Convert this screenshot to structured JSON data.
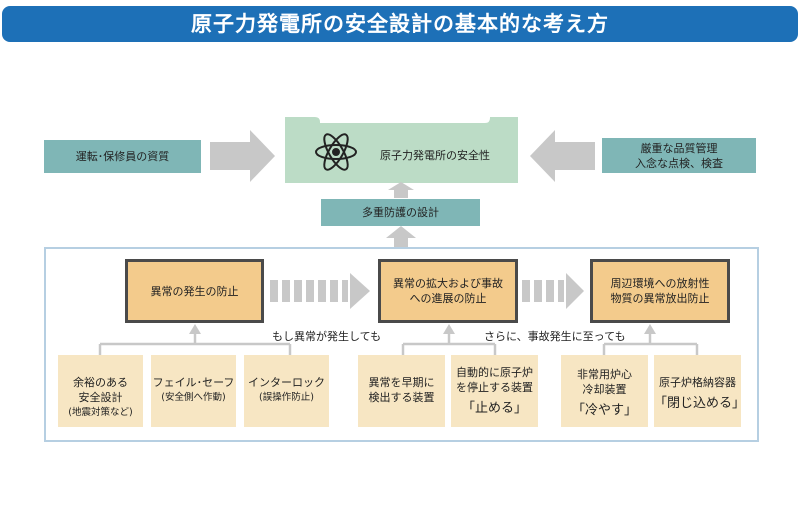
{
  "title": "原子力発電所の安全設計の基本的な考え方",
  "top": {
    "left_box": "運転･保修員の資質",
    "center_box": "原子力発電所の安全性",
    "right_box_line1": "厳重な品質管理",
    "right_box_line2": "入念な点検、検査",
    "center_icon": "atom-icon"
  },
  "defense_box": "多重防護の設計",
  "stages": [
    {
      "line1": "異常の発生の防止",
      "line2": ""
    },
    {
      "line1": "異常の拡大および事故",
      "line2": "への進展の防止"
    },
    {
      "line1": "周辺環境への放射性",
      "line2": "物質の異常放出防止"
    }
  ],
  "notes": {
    "first": "もし異常が発生しても",
    "second": "さらに、事故発生に至っても"
  },
  "measures": {
    "fail_prevention": [
      {
        "line1": "余裕のある",
        "line2": "安全設計",
        "small": "(地震対策など)"
      },
      {
        "line1": "フェイル･セーフ",
        "line2": "",
        "small": "(安全側へ作動)"
      },
      {
        "line1": "インターロック",
        "line2": "",
        "small": "(誤操作防止)"
      }
    ],
    "spread_prevention": [
      {
        "line1": "異常を早期に",
        "line2": "検出する装置",
        "quote": ""
      },
      {
        "line1": "自動的に原子炉",
        "line2": "を停止する装置",
        "quote": "「止める」"
      }
    ],
    "release_prevention": [
      {
        "line1": "非常用炉心",
        "line2": "冷却装置",
        "quote": "「冷やす」"
      },
      {
        "line1": "原子炉格納容器",
        "line2": "",
        "quote": "「閉じ込める」"
      }
    ]
  },
  "colors": {
    "title_bg": "#1d70b7",
    "teal": "#7fb6b6",
    "green": "#bcdcc6",
    "orange": "#f3cb8c",
    "cream": "#f7e6c3",
    "arrow": "#c8c8c8"
  }
}
